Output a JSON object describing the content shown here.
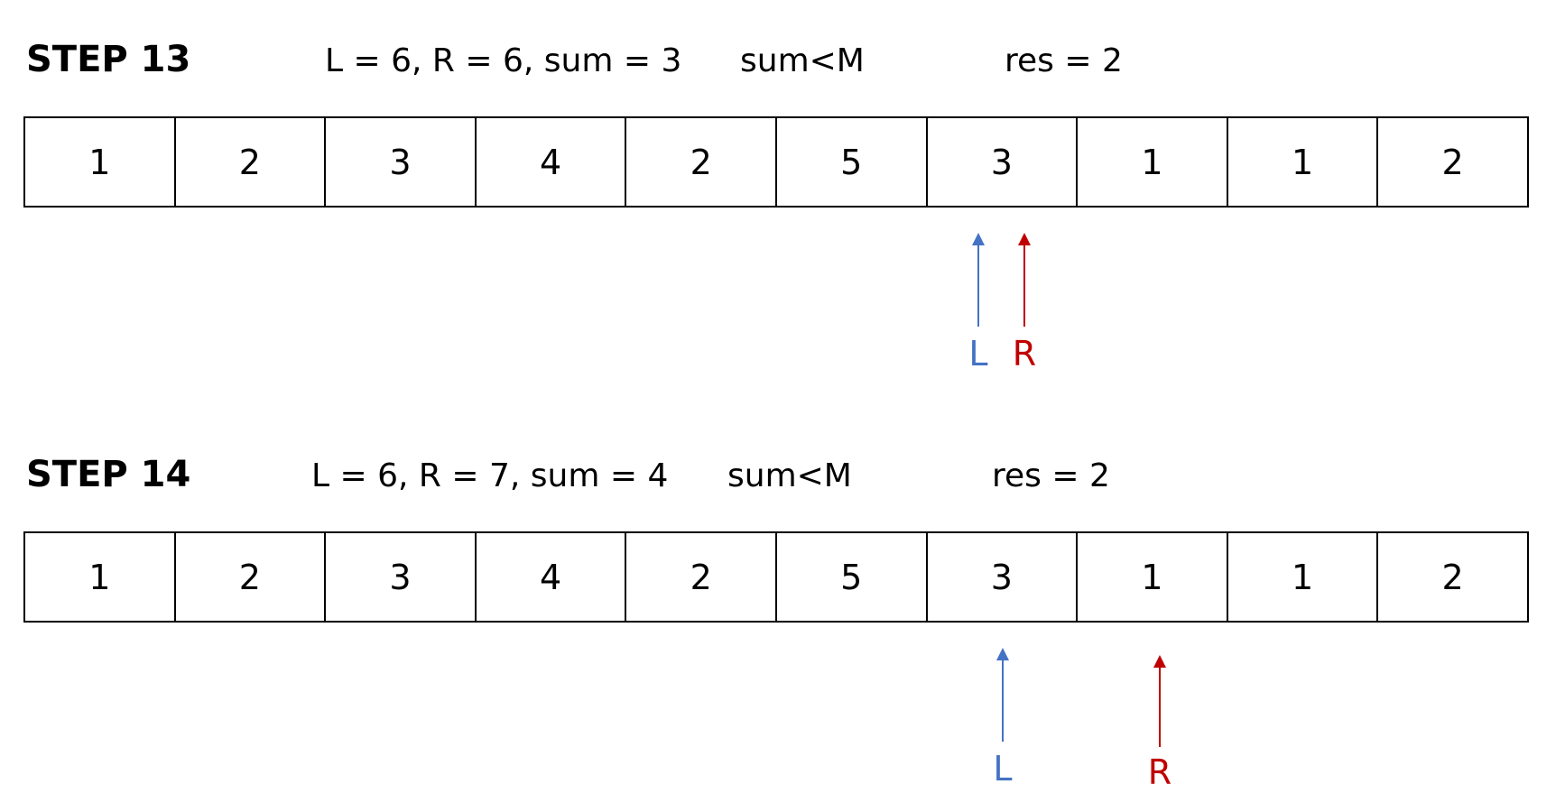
{
  "steps": [
    {
      "title": "STEP 13",
      "state": "L = 6, R = 6, sum = 3",
      "condition": "sum<M",
      "result": "res = 2",
      "array": [
        1,
        2,
        3,
        4,
        2,
        5,
        3,
        1,
        1,
        2
      ],
      "pointers": {
        "left": {
          "label": "L",
          "index": 6
        },
        "right": {
          "label": "R",
          "index": 6
        }
      }
    },
    {
      "title": "STEP 14",
      "state": "L = 6, R = 7, sum = 4",
      "condition": "sum<M",
      "result": "res = 2",
      "array": [
        1,
        2,
        3,
        4,
        2,
        5,
        3,
        1,
        1,
        2
      ],
      "pointers": {
        "left": {
          "label": "L",
          "index": 6
        },
        "right": {
          "label": "R",
          "index": 7
        }
      }
    }
  ],
  "colors": {
    "left_pointer": "#4472c4",
    "right_pointer": "#c00000"
  }
}
